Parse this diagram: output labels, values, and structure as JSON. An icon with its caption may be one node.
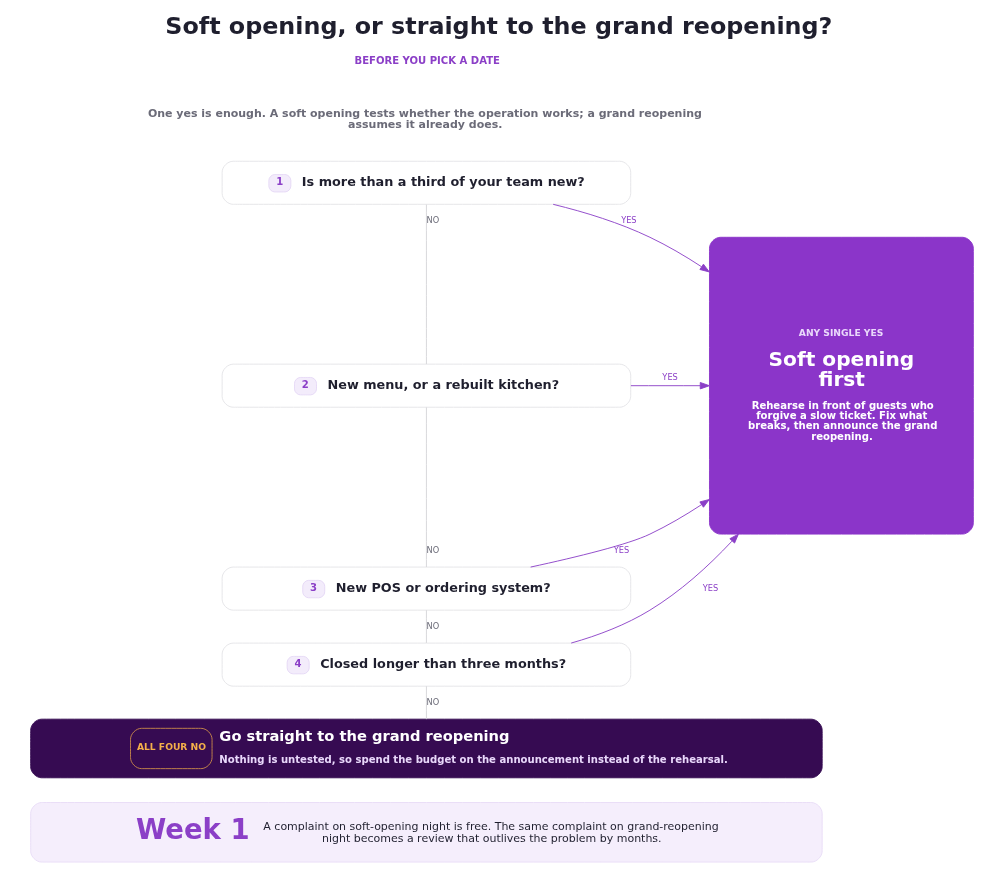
{
  "diagram": {
    "title": "Soft opening, or straight to the grand reopening?",
    "nodes": [
      {
        "text": [
          "1",
          "Is more than a third of your team new?"
        ]
      },
      {
        "text": [
          "2",
          "New menu, or a rebuilt kitchen?"
        ]
      },
      {
        "text": [
          "3",
          "New POS or ordering system?"
        ]
      },
      {
        "text": [
          "4",
          "Closed longer than three months?"
        ]
      },
      {
        "text": [
          "ANY SINGLE YES",
          "Soft opening first",
          "Rehearse in front of guests who forgive a slow ticket. Fix what breaks, then announce the grand reopening."
        ]
      },
      {
        "text": [
          "ALL FOUR NO",
          "Go straight to the grand reopening",
          "Nothing is untested, so spend the budget on the announcement instead of the rehearsal."
        ]
      },
      {
        "text": [
          "Week 1",
          "A complaint on soft-opening night is free. The same complaint on grand-reopening night becomes a review that outlives the problem by months."
        ]
      }
    ],
    "edges": [
      {
        "from": 0,
        "to": 4,
        "arrow": "to",
        "label": "YES",
        "color": "#8b3fc7"
      },
      {
        "from": 0,
        "to": 1,
        "arrow": "none",
        "label": "NO",
        "color": "#d4d4d8"
      },
      {
        "from": 1,
        "to": 4,
        "arrow": "to",
        "label": "YES",
        "color": "#8b3fc7"
      },
      {
        "from": 1,
        "to": 2,
        "arrow": "none",
        "label": "NO",
        "color": "#d4d4d8"
      },
      {
        "from": 2,
        "to": 4,
        "arrow": "to",
        "label": "YES",
        "color": "#8b3fc7"
      },
      {
        "from": 2,
        "to": 3,
        "arrow": "none",
        "label": "NO",
        "color": "#d4d4d8"
      },
      {
        "from": 3,
        "to": 4,
        "arrow": "to",
        "label": "YES",
        "color": "#8b3fc7"
      },
      {
        "from": 3,
        "to": 5,
        "arrow": "none",
        "label": "NO",
        "color": "#d4d4d8"
      }
    ],
    "labels": [
      "BEFORE YOU PICK A DATE",
      "One yes is enough. A soft opening tests whether the operation works; a grand reopening assumes it already does."
    ]
  }
}
